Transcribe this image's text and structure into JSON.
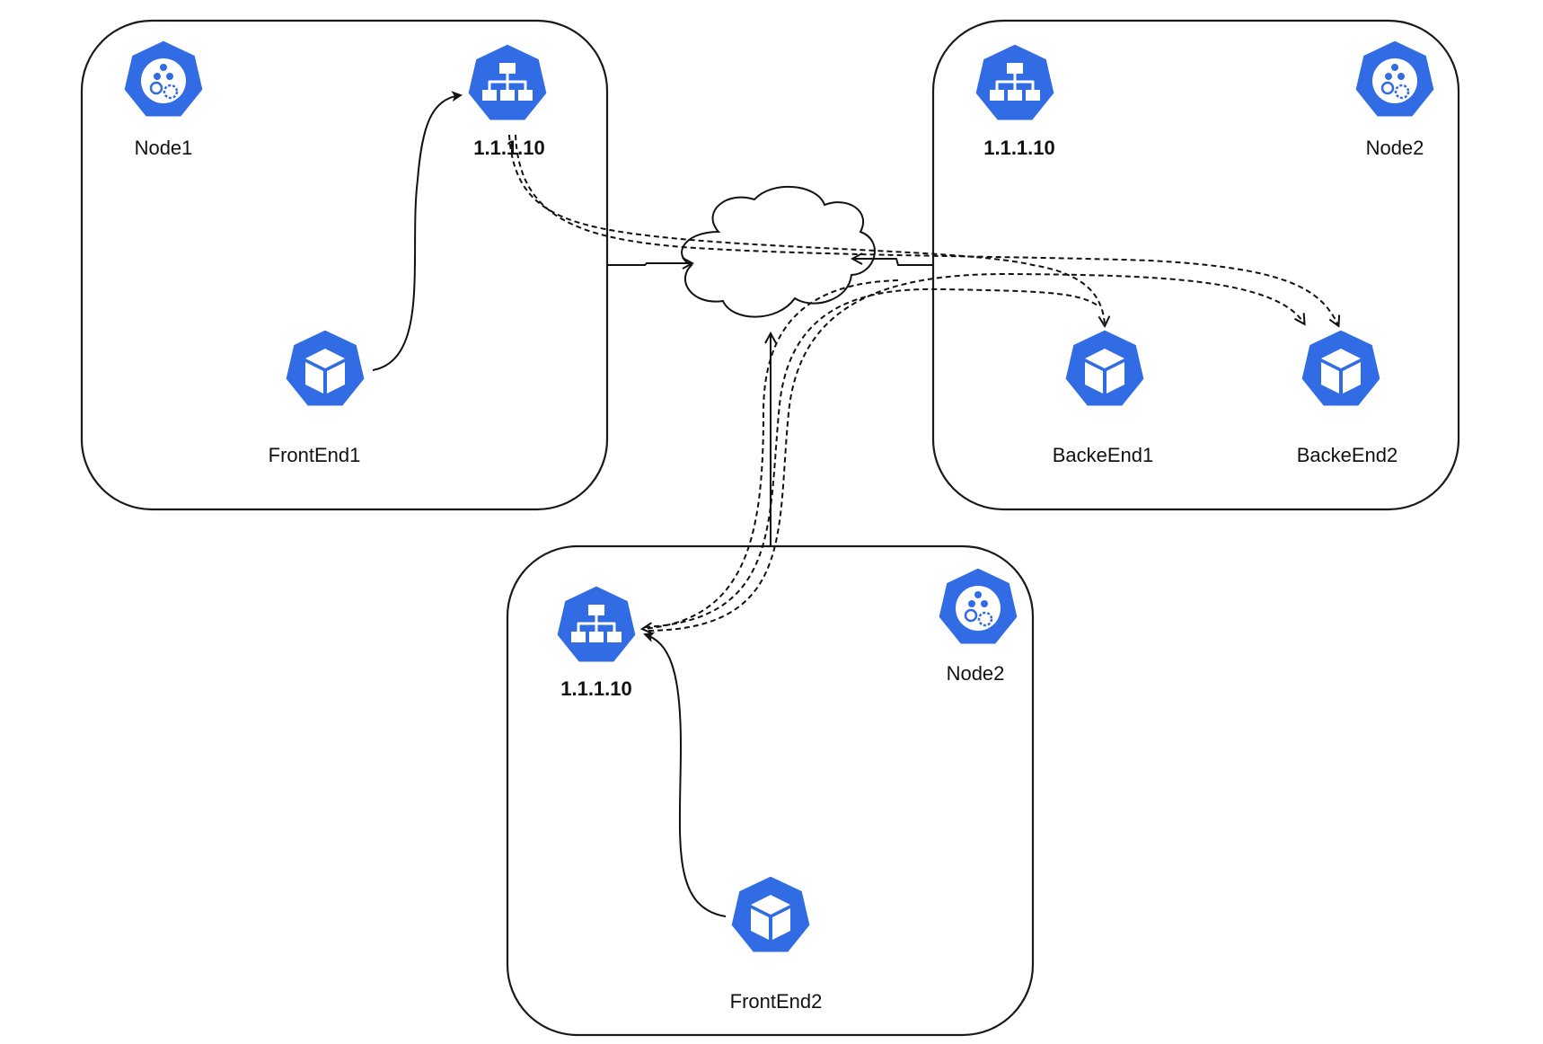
{
  "diagram": {
    "clusters": [
      {
        "node_label": "Node1",
        "service_label": "1.1.1.10",
        "pods": [
          "FrontEnd1"
        ]
      },
      {
        "node_label": "Node2",
        "service_label": "1.1.1.10",
        "pods": [
          "BackeEnd1",
          "BackeEnd2"
        ]
      },
      {
        "node_label": "Node2",
        "service_label": "1.1.1.10",
        "pods": [
          "FrontEnd2"
        ]
      }
    ],
    "colors": {
      "icon_blue": "#326ce5",
      "line": "#111111",
      "background": "#ffffff"
    },
    "icons": {
      "node": "kubernetes-node-icon",
      "service": "kubernetes-service-icon",
      "pod": "kubernetes-pod-icon",
      "network": "cloud-icon"
    }
  }
}
